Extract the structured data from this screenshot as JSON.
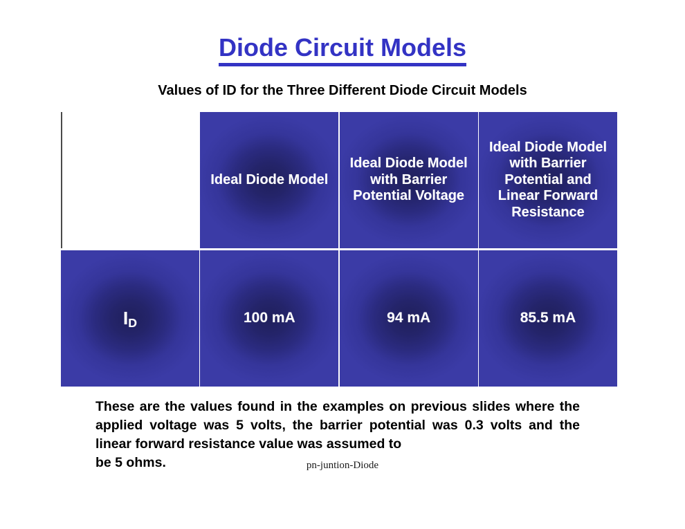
{
  "slide": {
    "title": "Diode Circuit Models",
    "subtitle": "Values of ID for the Three Different Diode Circuit Models",
    "footer": "pn-juntion-Diode"
  },
  "colors": {
    "title_blue": "#3333c4",
    "cell_edge_blue": "#3b3ba6",
    "cell_center_navy": "#20205c",
    "text_white": "#ffffff",
    "body_black": "#000000"
  },
  "table": {
    "corner_label": "",
    "headers": [
      "Ideal Diode Model",
      "Ideal Diode Model   with Barrier Potential Voltage",
      "Ideal Diode Model with Barrier Potential and Linear Forward Resistance"
    ],
    "rows": [
      {
        "label_symbol": "I",
        "label_subscript": "D",
        "values": [
          "100 mA",
          "94 mA",
          "85.5 mA"
        ]
      }
    ]
  },
  "note": {
    "main": "These are the values found in the examples on previous slides where the applied voltage was 5 volts, the barrier potential was 0.3 volts and the linear forward resistance value was assumed to",
    "last": "be 5 ohms."
  }
}
